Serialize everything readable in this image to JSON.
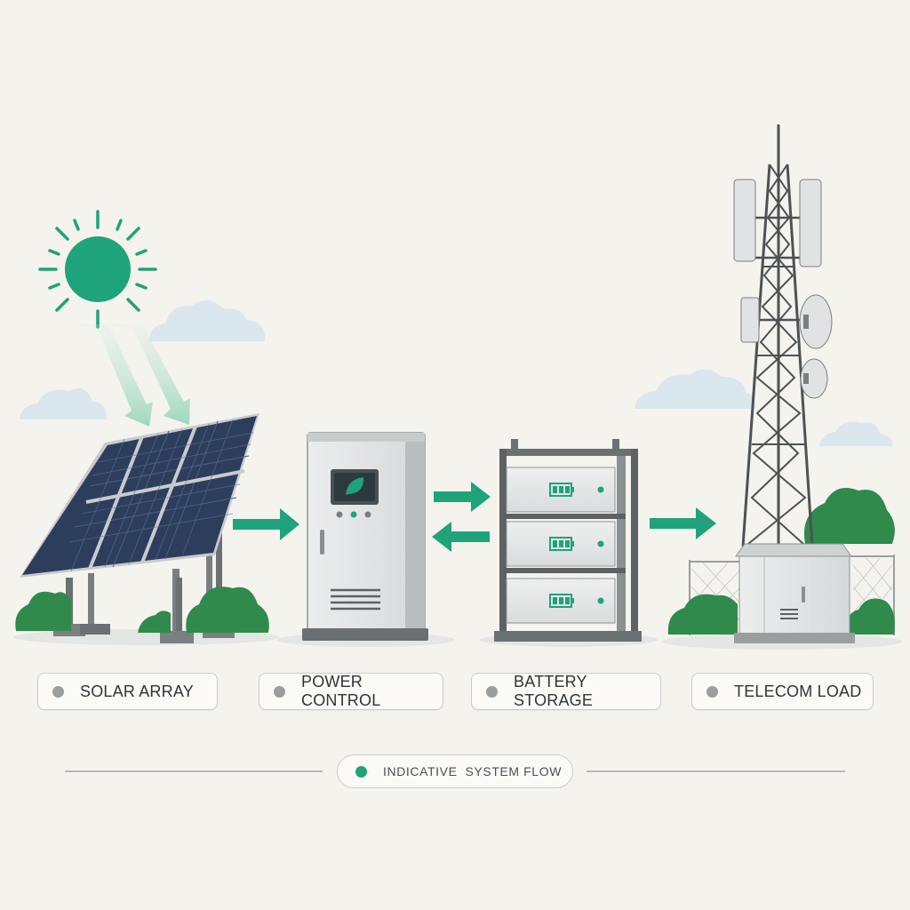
{
  "components": [
    {
      "id": "solar",
      "label": "SOLAR ARRAY",
      "icon": "solar-panel-icon"
    },
    {
      "id": "power",
      "label": "POWER CONTROL",
      "icon": "power-cabinet-icon"
    },
    {
      "id": "battery",
      "label": "BATTERY STORAGE",
      "icon": "battery-rack-icon"
    },
    {
      "id": "telecom",
      "label": "TELECOM LOAD",
      "icon": "telecom-tower-icon"
    }
  ],
  "legend": {
    "label": "INDICATIVE  SYSTEM FLOW"
  },
  "colors": {
    "accent": "#1fa37a",
    "background": "#f5f3ee",
    "panel": "#2d3e5c",
    "cabinet": "#e3e5e6",
    "steel": "#5c6163",
    "cloud": "#dce8ef",
    "foliage": "#2f8a4c"
  }
}
